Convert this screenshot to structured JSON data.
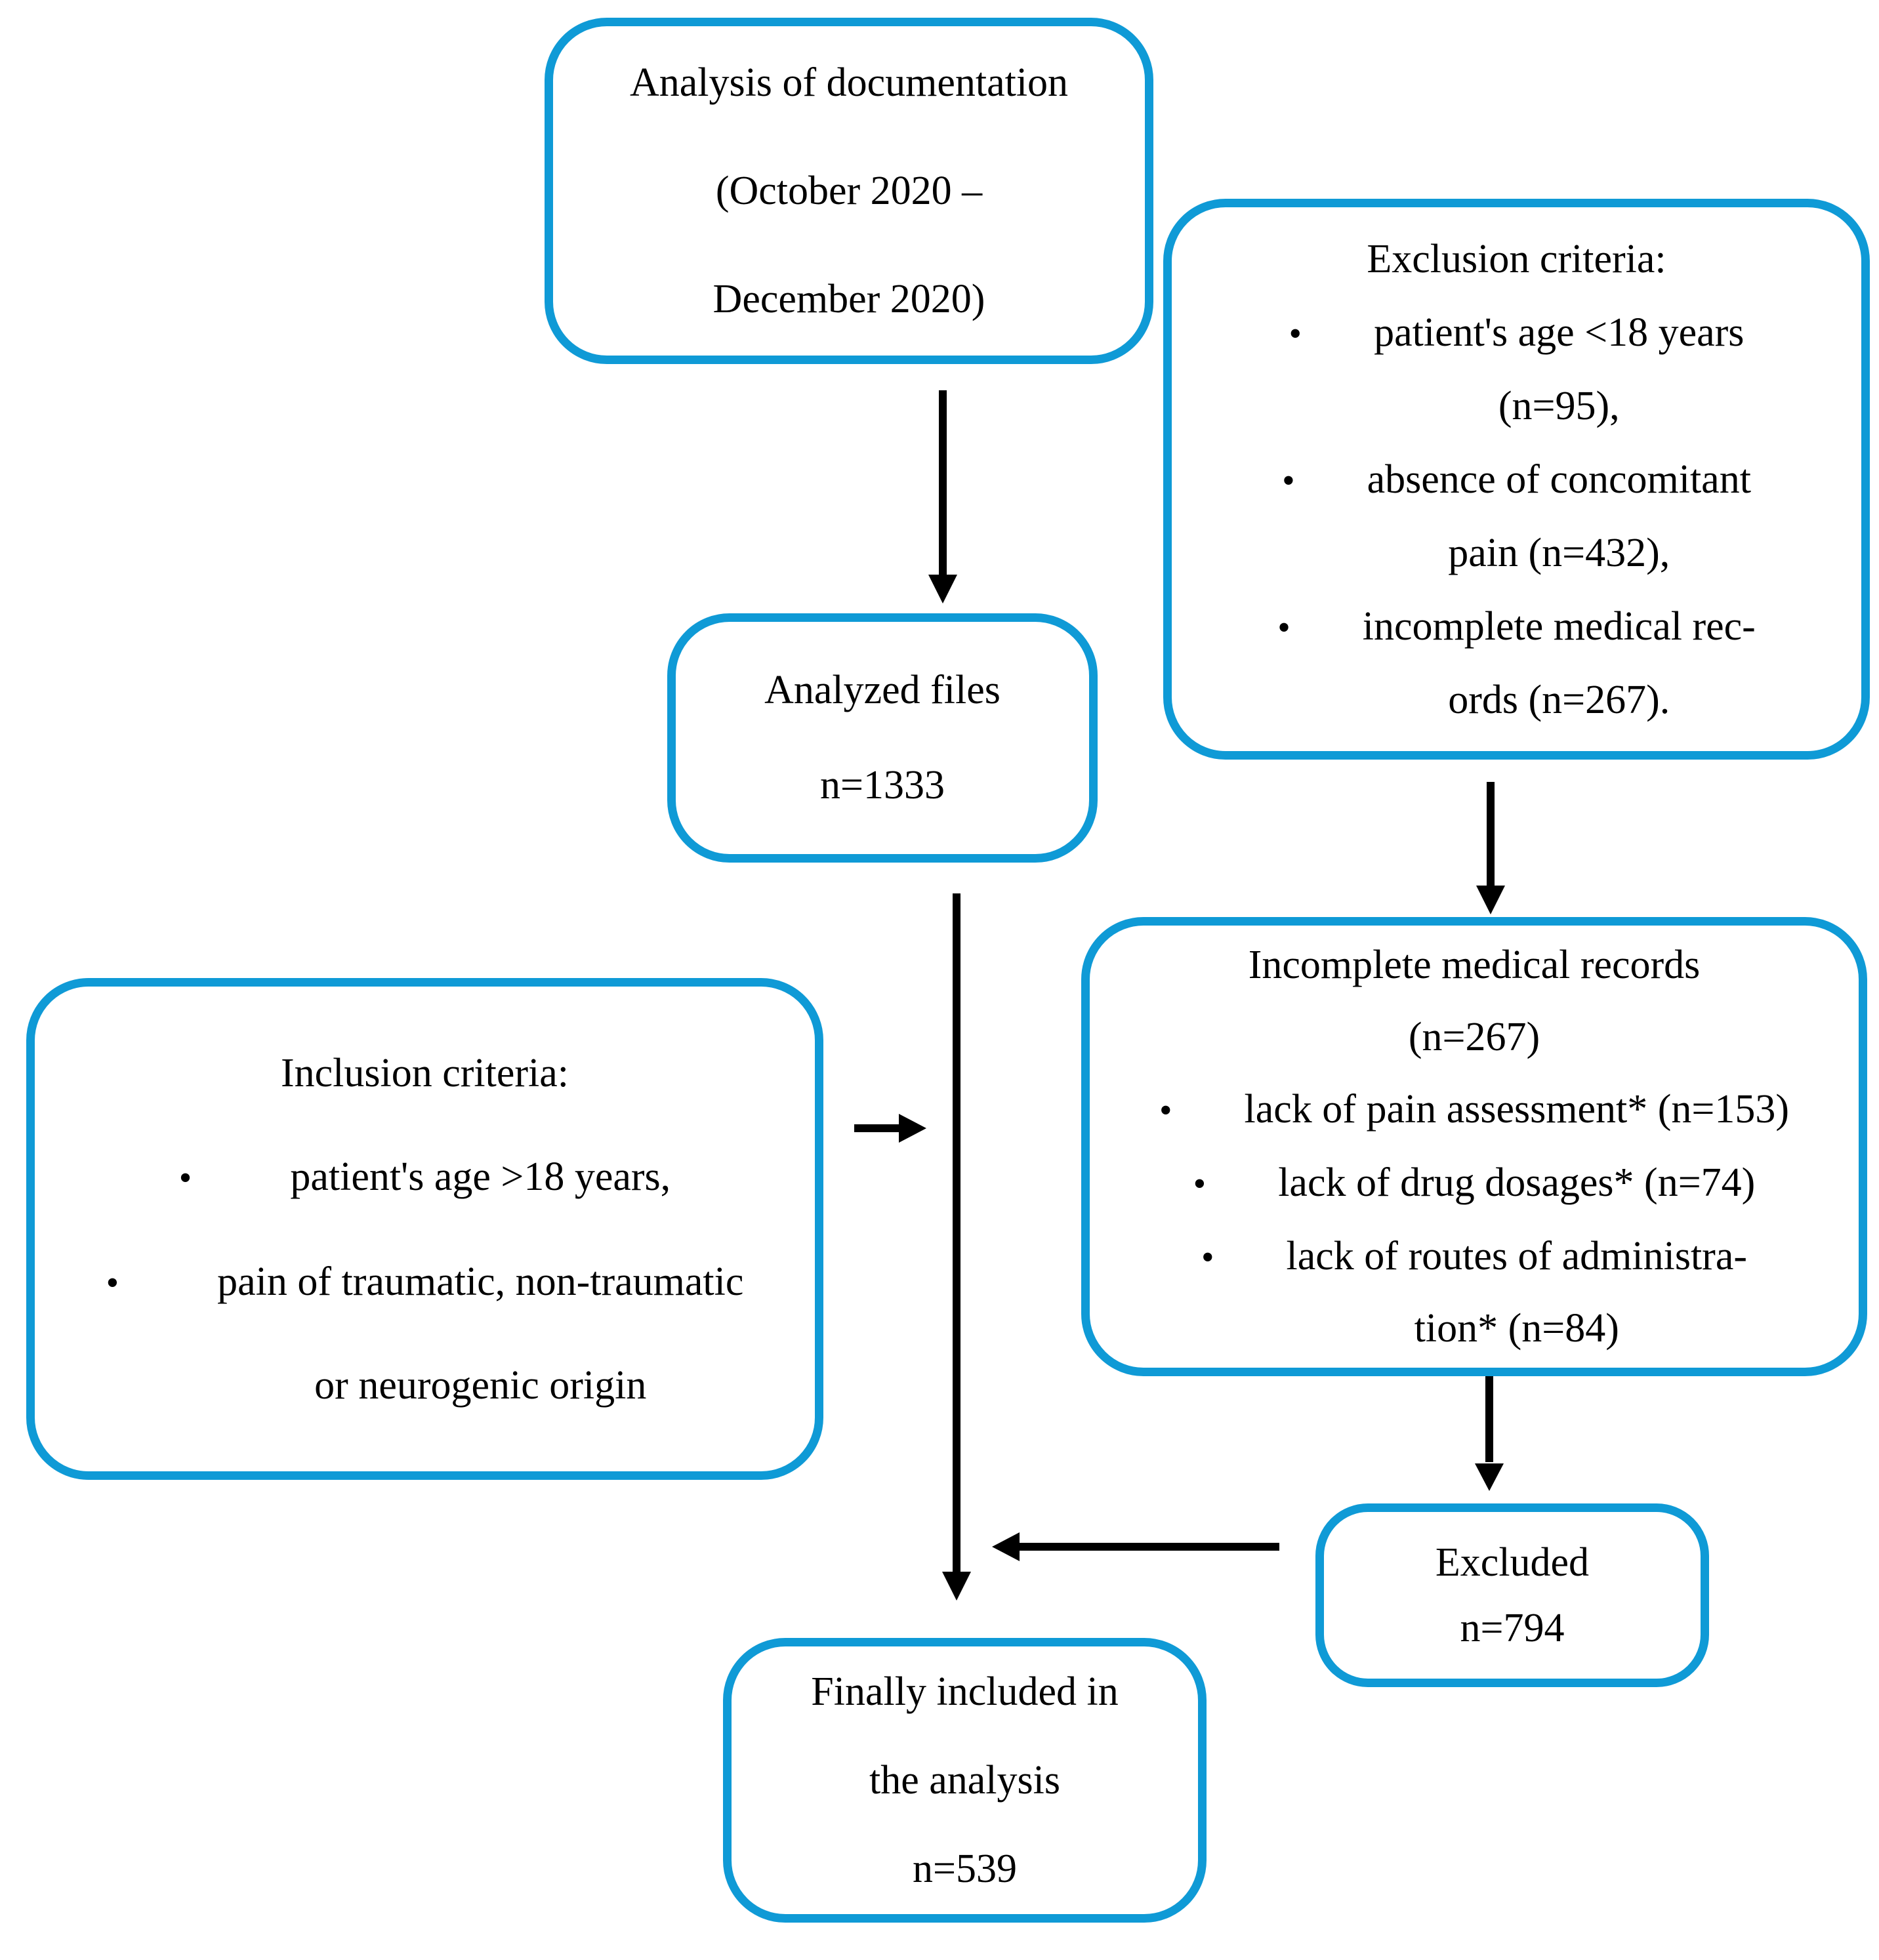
{
  "figure": {
    "type": "flowchart",
    "background": "#ffffff"
  },
  "palette": {
    "box_border": "#0f9ad6",
    "arrow": "#000000",
    "text": "#000000"
  },
  "glyphs": {
    "bullet": "•"
  },
  "boxes": {
    "analysis": {
      "lines": [
        "Analysis of documentation",
        "(October 2020 –",
        "December 2020)"
      ]
    },
    "exclusion": {
      "title": "Exclusion criteria:",
      "bullets": [
        [
          "patient's age <18 years",
          "(n=95),"
        ],
        [
          "absence of concomitant",
          "pain (n=432),"
        ],
        [
          "incomplete medical rec-",
          "ords (n=267)."
        ]
      ]
    },
    "analyzed": {
      "lines": [
        "Analyzed files",
        "n=1333"
      ]
    },
    "inclusion": {
      "title": "Inclusion criteria:",
      "bullets": [
        [
          "patient's age >18 years,"
        ],
        [
          "pain of traumatic, non-traumatic",
          "or neurogenic origin"
        ]
      ]
    },
    "incomplete": {
      "title_lines": [
        "Incomplete medical records",
        "(n=267)"
      ],
      "bullets": [
        [
          "lack of pain assessment* (n=153)"
        ],
        [
          "lack of drug dosages* (n=74)"
        ],
        [
          "lack of routes of administra-",
          "tion* (n=84)"
        ]
      ]
    },
    "excluded": {
      "lines": [
        "Excluded",
        "n=794"
      ]
    },
    "final": {
      "lines": [
        "Finally included in",
        "the analysis",
        "n=539"
      ]
    }
  }
}
